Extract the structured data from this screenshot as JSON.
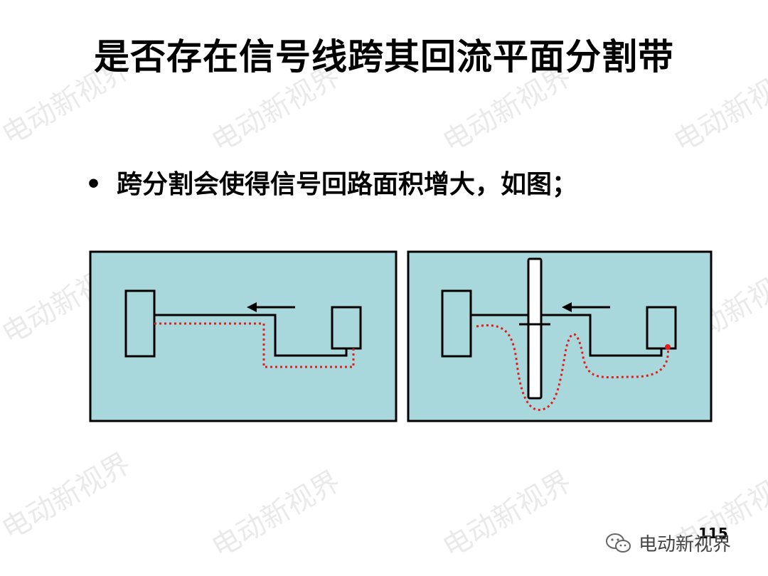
{
  "slide": {
    "title": "是否存在信号线跨其回流平面分割带",
    "bullet_text": "跨分割会使得信号回路面积增大，如图；",
    "page_number": "115"
  },
  "watermark": {
    "text": "电动新视界"
  },
  "footer": {
    "brand": "电动新视界",
    "icon": "wechat-icon"
  },
  "colors": {
    "panel_fill": "#a8d8dc",
    "panel_border": "#000000",
    "return_path": "#e02020",
    "box_fill": "#a8d8dc"
  }
}
